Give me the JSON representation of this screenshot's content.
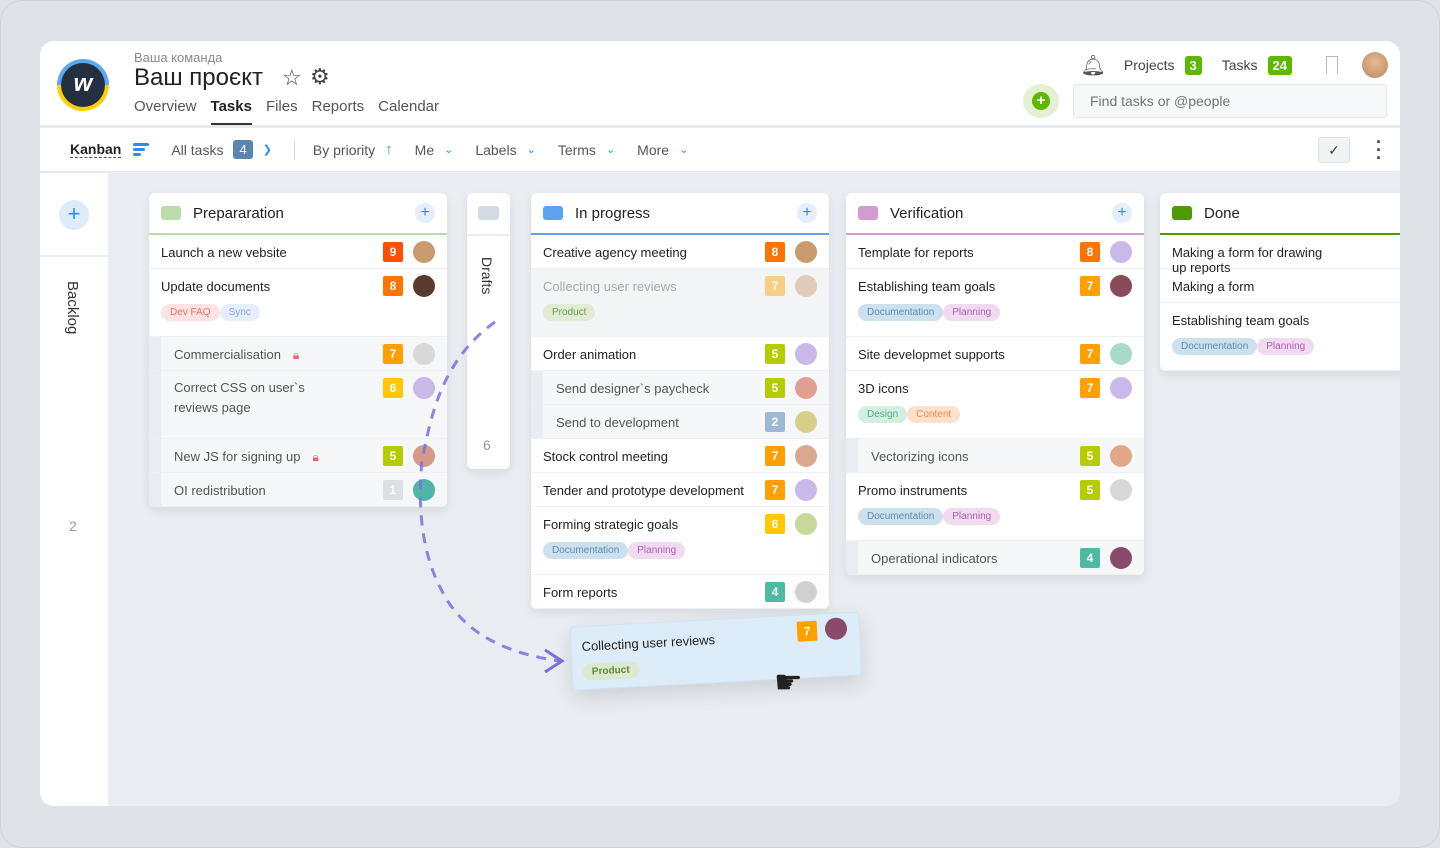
{
  "header": {
    "team": "Ваша команда",
    "title": "Ваш проєкт",
    "logo_letter": "w",
    "tabs": [
      {
        "label": "Overview"
      },
      {
        "label": "Tasks",
        "active": true
      },
      {
        "label": "Files"
      },
      {
        "label": "Reports"
      },
      {
        "label": "Calendar"
      }
    ],
    "projects_label": "Projects",
    "projects_count": "3",
    "tasks_label": "Tasks",
    "tasks_count": "24",
    "search_placeholder": "Find tasks or @people"
  },
  "toolbar": {
    "view": "Kanban",
    "all_tasks": "All tasks",
    "all_tasks_count": "4",
    "sort": "By priority",
    "me": "Me",
    "labels": "Labels",
    "terms": "Terms",
    "more": "More"
  },
  "backlog": {
    "label": "Backlog",
    "count": "2"
  },
  "drafts": {
    "label": "Drafts",
    "count": "6"
  },
  "colors": {
    "9": "#ff4f00",
    "8": "#ff7300",
    "7": "#ff9f00",
    "6": "#ffc800",
    "5": "#b4cc00",
    "4": "#4fbaa2",
    "2": "#9db9d6",
    "1": "#dcdfe3"
  },
  "tag_styles": {
    "Dev FAQ": [
      "#fde4e3",
      "#e4716c"
    ],
    "Sync": [
      "#e6edfb",
      "#8aa4e2"
    ],
    "Documentation": [
      "#cde0ed",
      "#5a8db3"
    ],
    "Planning": [
      "#f1dbf0",
      "#b25bb0"
    ],
    "Design": [
      "#d3efe2",
      "#4daf86"
    ],
    "Content": [
      "#fde1cd",
      "#e58a4a"
    ],
    "Product": [
      "#e0ecd6",
      "#6c9a47"
    ]
  },
  "columns": [
    {
      "title": "Prepararation",
      "color": "#b9dca8",
      "tasks": [
        {
          "title": "Launch a new vebsite",
          "priority": 9,
          "avatar": "#c99a6b"
        },
        {
          "title": "Update documents",
          "priority": 8,
          "avatar": "#5a3a2a",
          "tags": [
            "Dev FAQ",
            "Sync"
          ]
        },
        {
          "title": "Commercialisation",
          "priority": 7,
          "avatar": "#d8d8d8",
          "sub": true,
          "locked": true
        },
        {
          "title": "Correct CSS on user`s reviews page",
          "priority": 6,
          "avatar": "#c9b8ea",
          "sub": true,
          "tall": true
        },
        {
          "title": "New JS for signing up",
          "priority": 5,
          "avatar": "#d69a8a",
          "sub": true,
          "locked": true
        },
        {
          "title": "OI redistribution",
          "priority": 1,
          "avatar": "#4fb5a8",
          "sub": true
        }
      ]
    },
    {
      "title": "In progress",
      "color": "#5ba3ee",
      "tasks": [
        {
          "title": "Creative agency meeting",
          "priority": 8,
          "avatar": "#c99a6b"
        },
        {
          "title": "Collecting user reviews",
          "priority": 7,
          "avatar": "#c99a6b",
          "tags": [
            "Product"
          ],
          "faded": true
        },
        {
          "title": "Order animation",
          "priority": 5,
          "avatar": "#c9b8ea"
        },
        {
          "title": "Send designer`s paycheck",
          "priority": 5,
          "avatar": "#e0a090",
          "sub": true
        },
        {
          "title": "Send to development",
          "priority": 2,
          "avatar": "#d8cf8a",
          "sub": true
        },
        {
          "title": "Stock control meeting",
          "priority": 7,
          "avatar": "#d8a890"
        },
        {
          "title": "Tender and prototype development",
          "priority": 7,
          "avatar": "#c9b8ea"
        },
        {
          "title": "Forming strategic goals",
          "priority": 6,
          "avatar": "#c8d89a",
          "tags": [
            "Documentation",
            "Planning"
          ]
        },
        {
          "title": "Form reports",
          "priority": 4,
          "avatar": "#d0d0d0"
        }
      ]
    },
    {
      "title": "Verification",
      "color": "#d39ad3",
      "tasks": [
        {
          "title": "Template for reports",
          "priority": 8,
          "avatar": "#c9b8ea"
        },
        {
          "title": "Establishing team goals",
          "priority": 7,
          "avatar": "#8a4a5a",
          "tags": [
            "Documentation",
            "Planning"
          ]
        },
        {
          "title": "Site developmet supports",
          "priority": 7,
          "avatar": "#a8dcc8"
        },
        {
          "title": "3D icons",
          "priority": 7,
          "avatar": "#c9b8ea",
          "tags": [
            "Design",
            "Content"
          ]
        },
        {
          "title": "Vectorizing icons",
          "priority": 5,
          "avatar": "#e0a888",
          "sub": true
        },
        {
          "title": "Promo instruments",
          "priority": 5,
          "avatar": "#d8d8d8",
          "tags": [
            "Documentation",
            "Planning"
          ]
        },
        {
          "title": "Operational indicators",
          "priority": 4,
          "avatar": "#8a4a6a",
          "sub": true
        }
      ]
    },
    {
      "title": "Done",
      "color": "#4e9a06",
      "tasks": [
        {
          "title": "Making a form for drawing up reports"
        },
        {
          "title": "Making a form"
        },
        {
          "title": "Establishing team goals",
          "tags": [
            "Documentation",
            "Planning"
          ]
        }
      ]
    }
  ],
  "dragging": {
    "title": "Collecting user reviews",
    "priority": 7,
    "tag": "Product"
  }
}
